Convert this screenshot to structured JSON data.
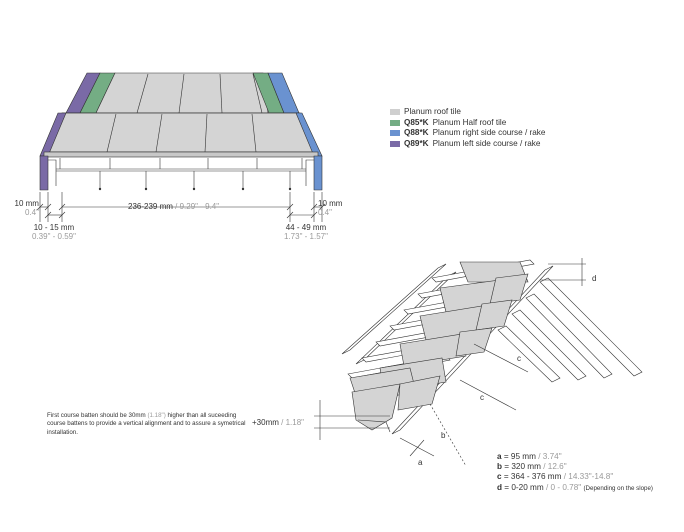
{
  "colors": {
    "tile": "#d4d4d4",
    "half_tile": "#74ad84",
    "right_rake": "#6a92d0",
    "left_rake": "#7a6aa6",
    "line": "#333333"
  },
  "legend": [
    {
      "code": "",
      "text": "Planum roof tile",
      "color": "#cfcfcf"
    },
    {
      "code": "Q85*K",
      "text": "Planum Half roof tile",
      "color": "#74ad84"
    },
    {
      "code": "Q88*K",
      "text": "Planum right side course / rake",
      "color": "#6a92d0"
    },
    {
      "code": "Q89*K",
      "text": "Planum left side course / rake",
      "color": "#7a6aa6"
    }
  ],
  "dimensions": {
    "left_top": {
      "metric": "10 mm",
      "imperial": "0.4\""
    },
    "left_bottom": {
      "metric": "10 - 15 mm",
      "imperial": "0.39\" - 0.59\""
    },
    "middle": {
      "metric": "236-239 mm",
      "imperial": "9.29\" - 9.4\""
    },
    "right_top": {
      "metric": "10 mm",
      "imperial": "0.4\""
    },
    "right_bottom": {
      "metric": "44 - 49 mm",
      "imperial": "1.73\" - 1.57\""
    }
  },
  "note": {
    "pre": "First course batten should be 30mm ",
    "inline": "(1.18\")",
    "post": " higher than all suceeding course battens to provide a vertical alignment and to assure a symetrical installation."
  },
  "batten_offset": {
    "metric": "+30mm",
    "imperial": "1.18\""
  },
  "letters": {
    "a": "a",
    "b": "b",
    "c": "c",
    "d": "d"
  },
  "specs": [
    {
      "key": "a",
      "metric": "95 mm",
      "imperial": "3.74\"",
      "extra": ""
    },
    {
      "key": "b",
      "metric": "320 mm",
      "imperial": "12.6\"",
      "extra": ""
    },
    {
      "key": "c",
      "metric": "364 - 376 mm",
      "imperial": "14.33\"-14.8\"",
      "extra": ""
    },
    {
      "key": "d",
      "metric": "0-20 mm",
      "imperial": "0 - 0.78\"",
      "extra": "(Depending on the slope)"
    }
  ]
}
